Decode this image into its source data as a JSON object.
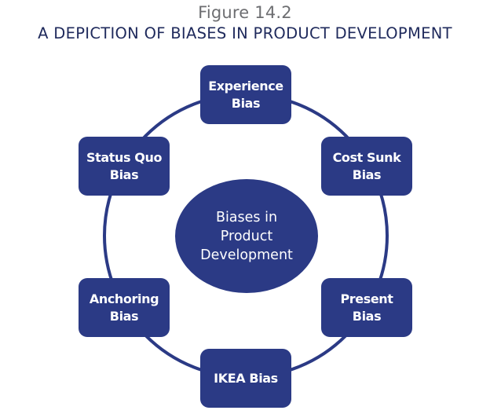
{
  "figure": {
    "label": "Figure 14.2",
    "title": "A DEPICTION OF BIASES IN PRODUCT DEVELOPMENT"
  },
  "diagram": {
    "center": {
      "text": "Biases in\nProduct\nDevelopment"
    },
    "nodes": [
      {
        "id": "experience",
        "text": "Experience\nBias"
      },
      {
        "id": "cost-sunk",
        "text": "Cost Sunk\nBias"
      },
      {
        "id": "present",
        "text": "Present\nBias"
      },
      {
        "id": "ikea",
        "text": "IKEA Bias"
      },
      {
        "id": "anchoring",
        "text": "Anchoring\nBias"
      },
      {
        "id": "status-quo",
        "text": "Status Quo\nBias"
      }
    ],
    "colors": {
      "node_fill": "#2b3a85",
      "ring_stroke": "#2b3a85",
      "node_text": "#ffffff",
      "label_text": "#6d6e71",
      "title_text": "#1f2a5c"
    }
  }
}
